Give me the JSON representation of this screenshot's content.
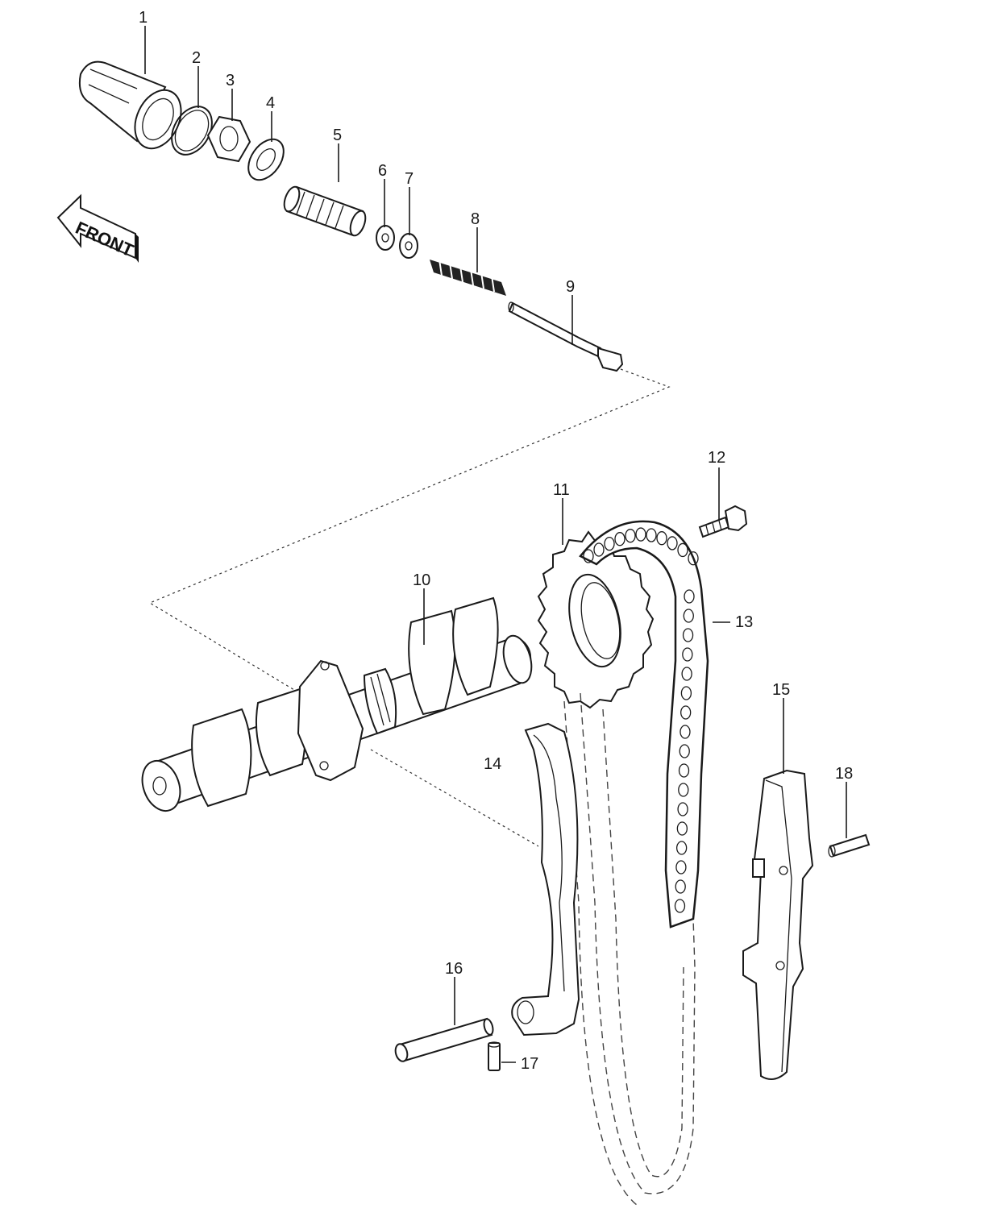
{
  "front_marker": {
    "label": "FRONT"
  },
  "parts": [
    {
      "id": "1",
      "label": "1"
    },
    {
      "id": "2",
      "label": "2"
    },
    {
      "id": "3",
      "label": "3"
    },
    {
      "id": "4",
      "label": "4"
    },
    {
      "id": "5",
      "label": "5"
    },
    {
      "id": "6",
      "label": "6"
    },
    {
      "id": "7",
      "label": "7"
    },
    {
      "id": "8",
      "label": "8"
    },
    {
      "id": "9",
      "label": "9"
    },
    {
      "id": "10",
      "label": "10"
    },
    {
      "id": "11",
      "label": "11"
    },
    {
      "id": "12",
      "label": "12"
    },
    {
      "id": "13",
      "label": "13"
    },
    {
      "id": "14",
      "label": "14"
    },
    {
      "id": "15",
      "label": "15"
    },
    {
      "id": "16",
      "label": "16"
    },
    {
      "id": "17",
      "label": "17"
    },
    {
      "id": "18",
      "label": "18"
    }
  ]
}
